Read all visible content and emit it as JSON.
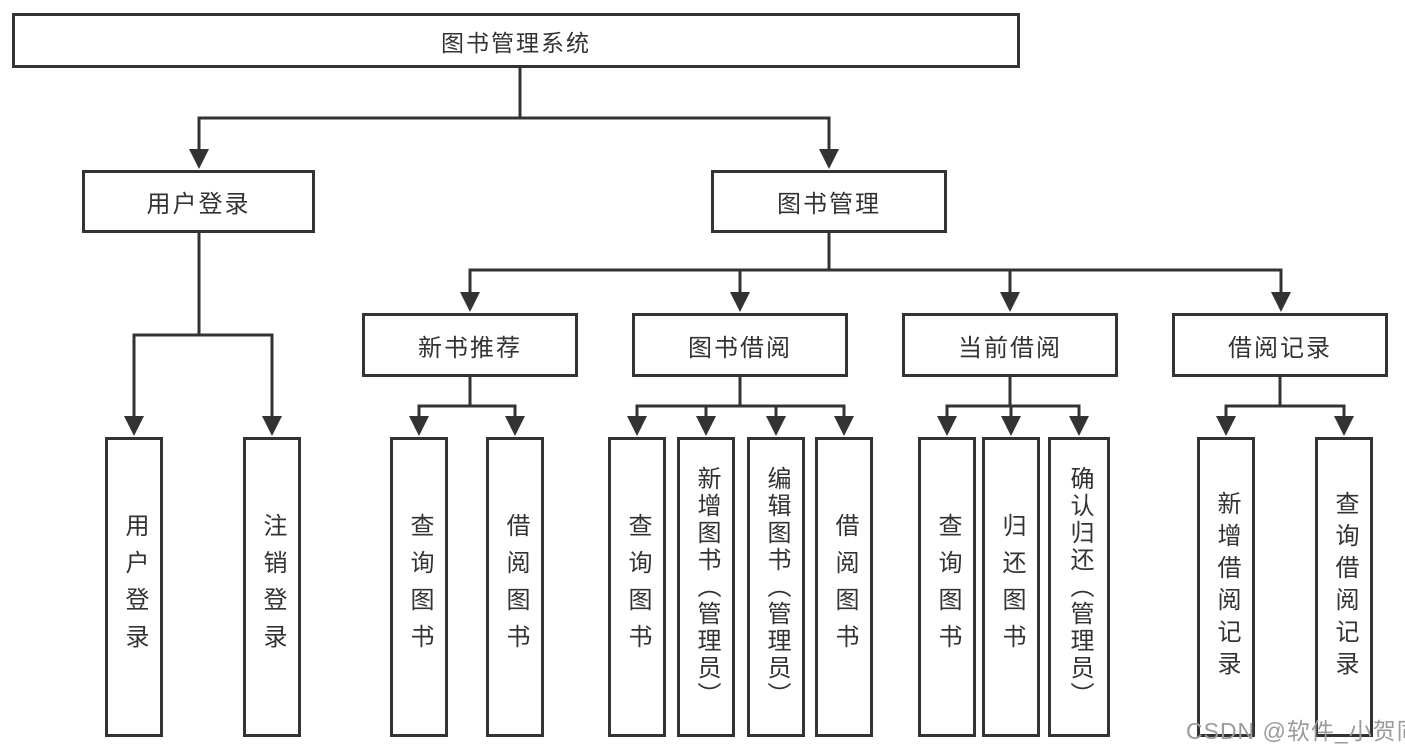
{
  "diagram": {
    "root": {
      "label": "图书管理系统"
    },
    "level2": [
      {
        "label": "用户登录"
      },
      {
        "label": "图书管理"
      }
    ],
    "level3": [
      {
        "label": "新书推荐",
        "parent": "图书管理"
      },
      {
        "label": "图书借阅",
        "parent": "图书管理"
      },
      {
        "label": "当前借阅",
        "parent": "图书管理"
      },
      {
        "label": "借阅记录",
        "parent": "图书管理"
      }
    ],
    "leaves": [
      {
        "label": "用户登录",
        "parent": "用户登录"
      },
      {
        "label": "注销登录",
        "parent": "用户登录"
      },
      {
        "label": "查询图书",
        "parent": "新书推荐"
      },
      {
        "label": "借阅图书",
        "parent": "新书推荐"
      },
      {
        "label": "查询图书",
        "parent": "图书借阅"
      },
      {
        "label": "新增图书（管理员）",
        "parent": "图书借阅"
      },
      {
        "label": "编辑图书（管理员）",
        "parent": "图书借阅"
      },
      {
        "label": "借阅图书",
        "parent": "图书借阅"
      },
      {
        "label": "查询图书",
        "parent": "当前借阅"
      },
      {
        "label": "归还图书",
        "parent": "当前借阅"
      },
      {
        "label": "确认归还（管理员）",
        "parent": "当前借阅"
      },
      {
        "label": "新增借阅记录",
        "parent": "借阅记录"
      },
      {
        "label": "查询借阅记录",
        "parent": "借阅记录"
      }
    ],
    "colors": {
      "line": "#333333",
      "text": "#333333",
      "background": "#ffffff"
    }
  },
  "watermark": {
    "text": "CSDN @软件_小贺同学",
    "color": "#9b9b9b"
  }
}
